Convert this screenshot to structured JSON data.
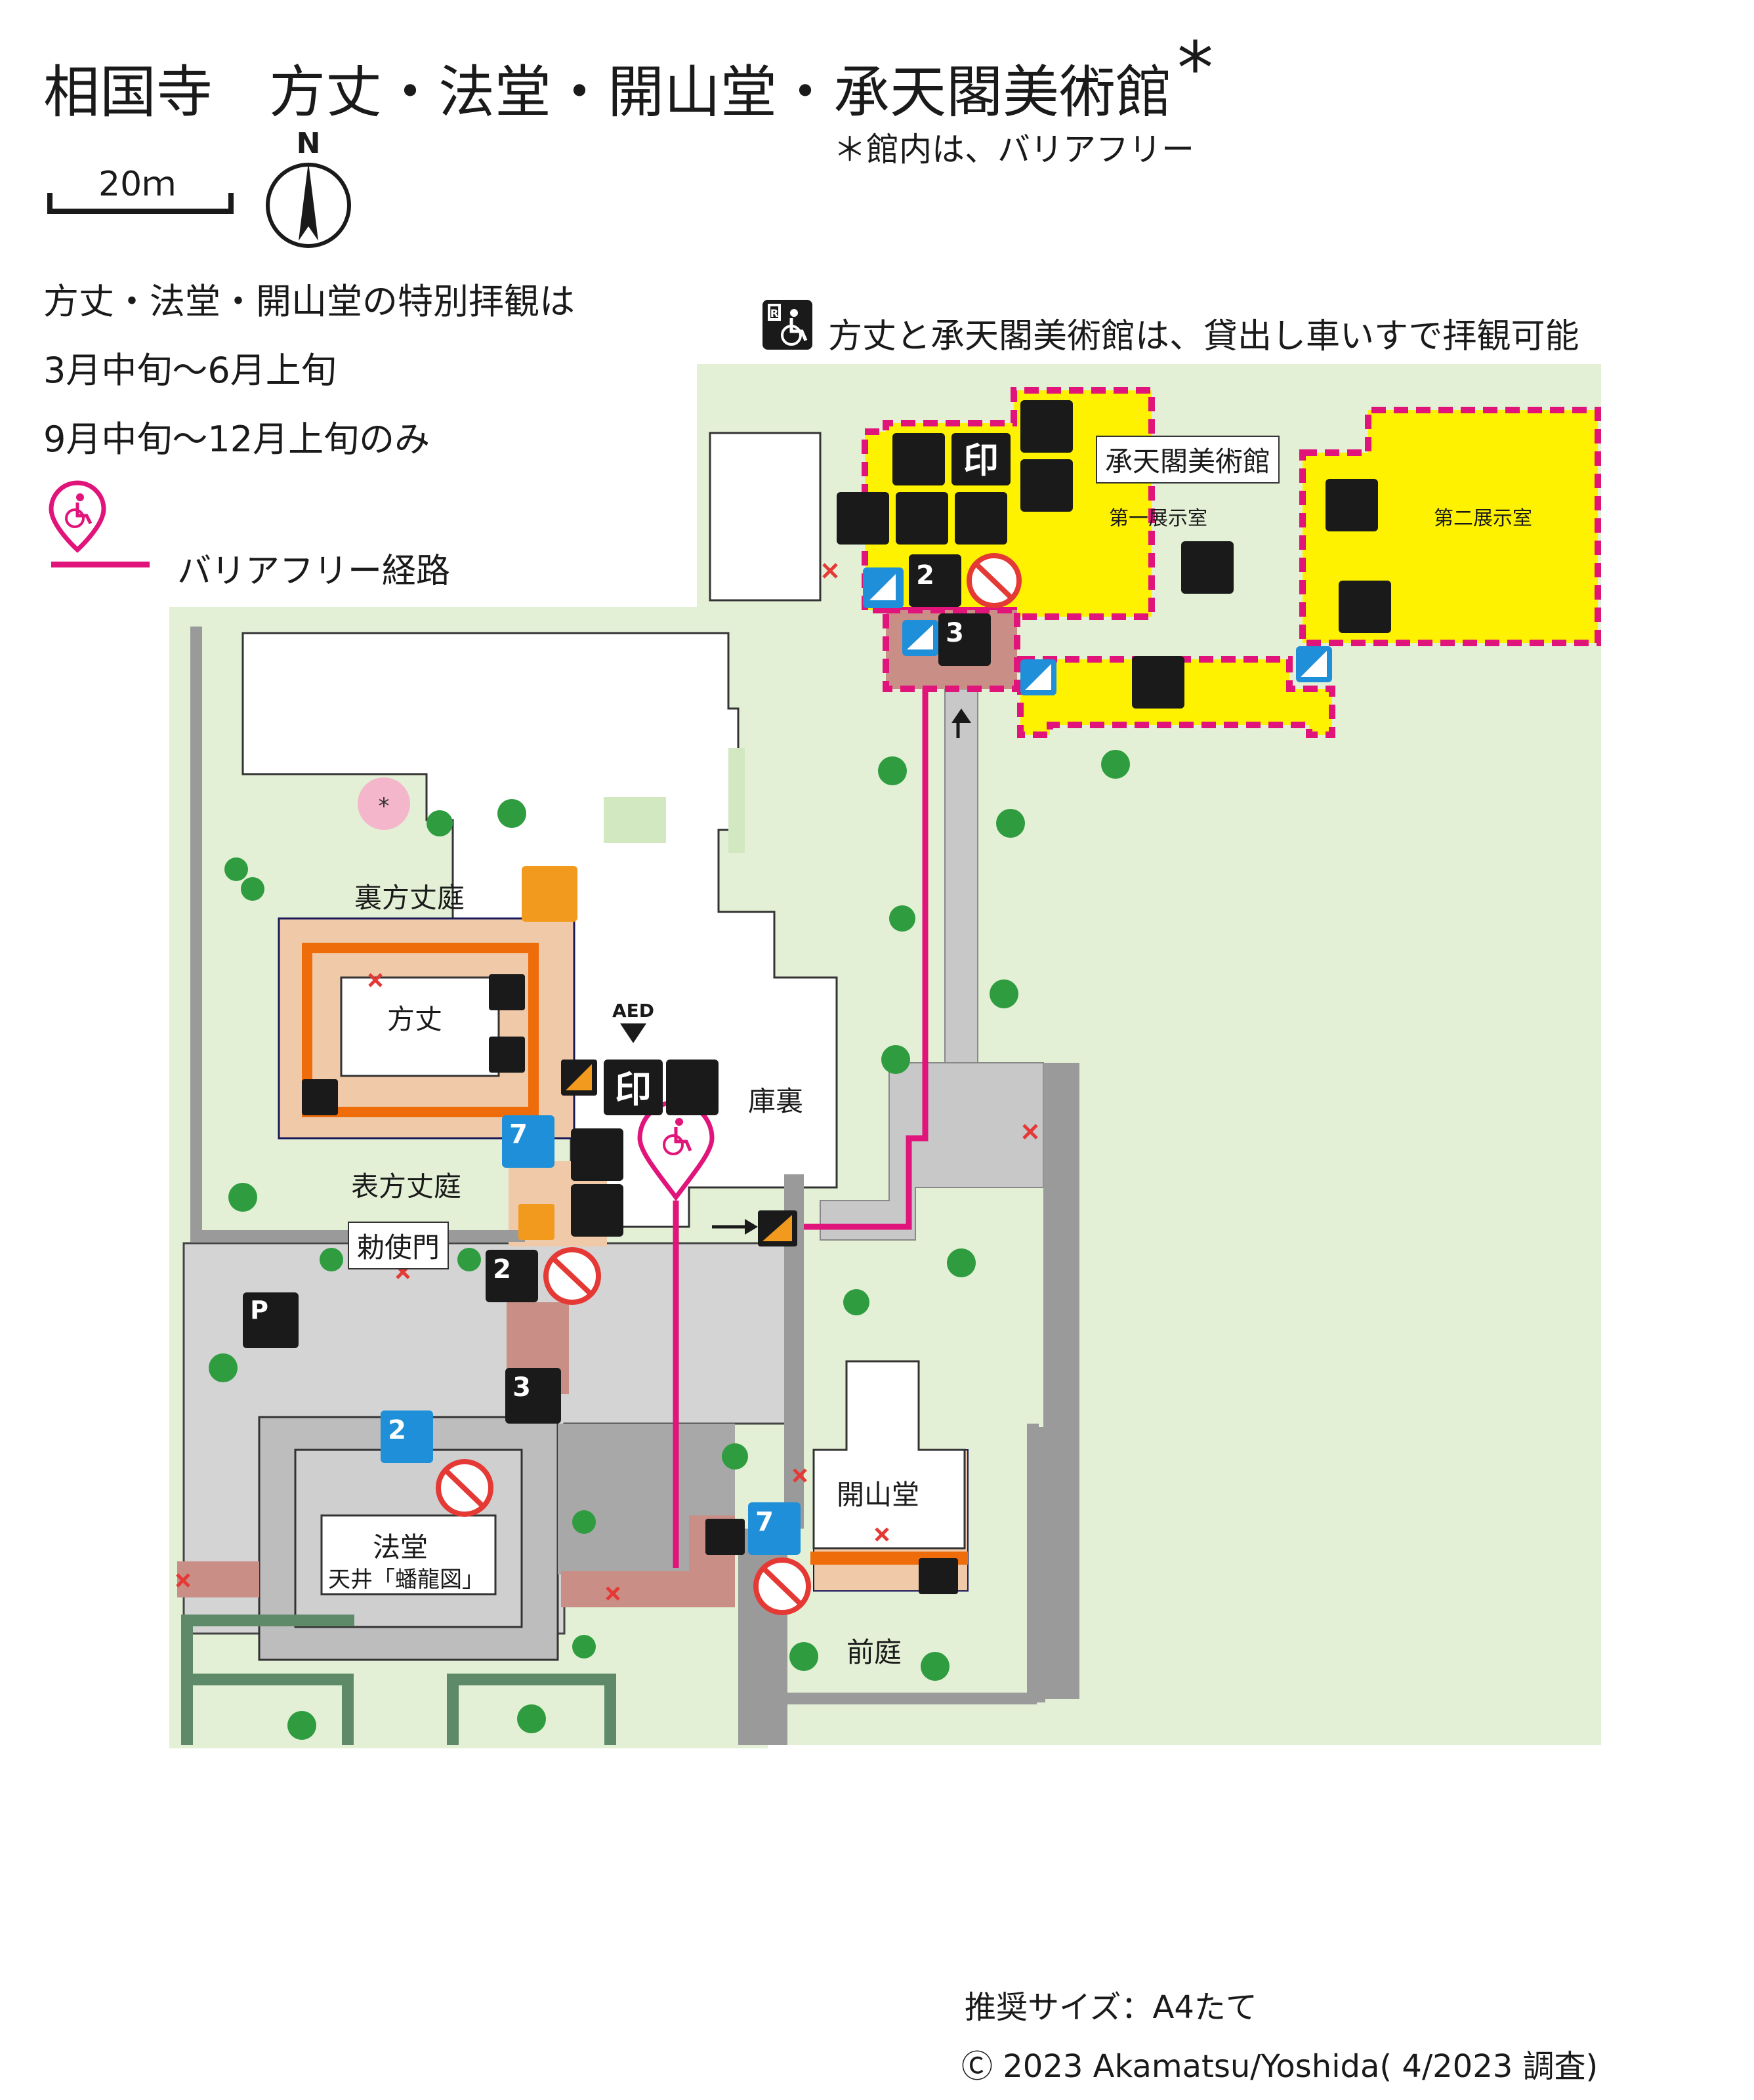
{
  "title": "相国寺　方丈・法堂・開山堂・承天閣美術館",
  "title_mark": "*",
  "subnote": "＊館内は、バリアフリー",
  "scale": {
    "label": "20ｍ"
  },
  "compass": {
    "label": "N"
  },
  "info_lines": [
    "方丈・法堂・開山堂の特別拝観は",
    "3月中旬～6月上旬",
    "9月中旬～12月上旬のみ"
  ],
  "rental_note": "方丈と承天閣美術館は、貸出し車いすで拝観可能",
  "legend": {
    "route_label": "バリアフリー経路",
    "route_color": "#e0147a"
  },
  "colors": {
    "garden": "#e4f0d6",
    "museum": "#fff200",
    "route": "#e0147a",
    "gravel": "#c8c8c8",
    "tan": "#f0c9a8",
    "orange": "#ee6c0a",
    "brick": "#c98e86"
  },
  "places": {
    "museum_name": "承天閣美術館",
    "exhibit1": "第一展示室",
    "exhibit2": "第二展示室",
    "back_garden": "裏方丈庭",
    "hojo": "方丈",
    "kuri": "庫裏",
    "front_garden": "表方丈庭",
    "chokushimon": "勅使門",
    "hatto": "法堂",
    "hatto_ceiling": "天井「蟠龍図」",
    "kaisando": "開山堂",
    "maeniwa": "前庭"
  },
  "icons": {
    "aed": "AED",
    "seal": "印",
    "parking": "P",
    "step2": "2",
    "step3": "3",
    "step7": "7",
    "rental": "R"
  },
  "footer": {
    "size": "推奨サイズ：A4たて",
    "copyright": "Ⓒ  2023 Akamatsu/Yoshida( 4/2023 調査)"
  }
}
